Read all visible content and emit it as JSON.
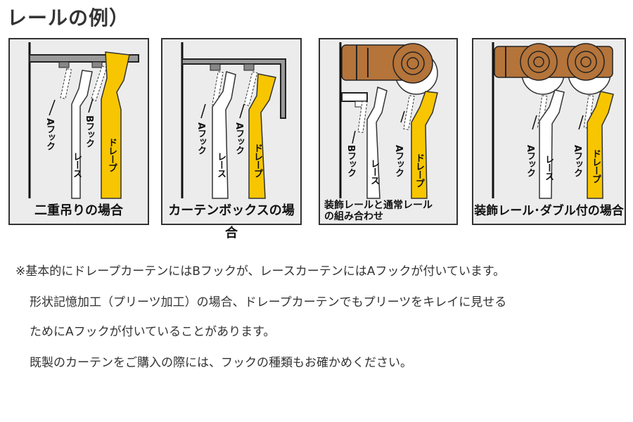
{
  "title": "レールの例）",
  "panels": [
    {
      "caption": "二重吊りの場合",
      "labels": {
        "hook1": "Aフック",
        "hook2": "Bフック",
        "lace": "レース",
        "drape": "ドレープ"
      }
    },
    {
      "caption": "カーテンボックスの場合",
      "labels": {
        "hook1": "Aフック",
        "hook2": "Aフック",
        "lace": "レース",
        "drape": "ドレープ"
      }
    },
    {
      "caption_line1": "装飾レールと通常レール",
      "caption_line2": "の組み合わせ",
      "labels": {
        "hook1": "Bフック",
        "hook2": "Aフック",
        "lace": "レース",
        "drape": "ドレープ"
      }
    },
    {
      "caption": "装飾レール･ダブル付の場合",
      "labels": {
        "hook1": "Aフック",
        "hook2": "Aフック",
        "lace": "レース",
        "drape": "ドレープ"
      }
    }
  ],
  "notes": [
    "※基本的にドレープカーテンにはBフックが、レースカーテンにはAフックが付いています。",
    "形状記憶加工（プリーツ加工）の場合、ドレープカーテンでもプリーツをキレイに見せる",
    "ためにAフックが付いていることがあります。",
    "既製のカーテンをご購入の際には、フックの種類もお確かめください。"
  ],
  "colors": {
    "drape": "#f7c600",
    "rail": "#9a9a9a",
    "wood": "#b4743a",
    "panel_bg": "#ececec"
  }
}
